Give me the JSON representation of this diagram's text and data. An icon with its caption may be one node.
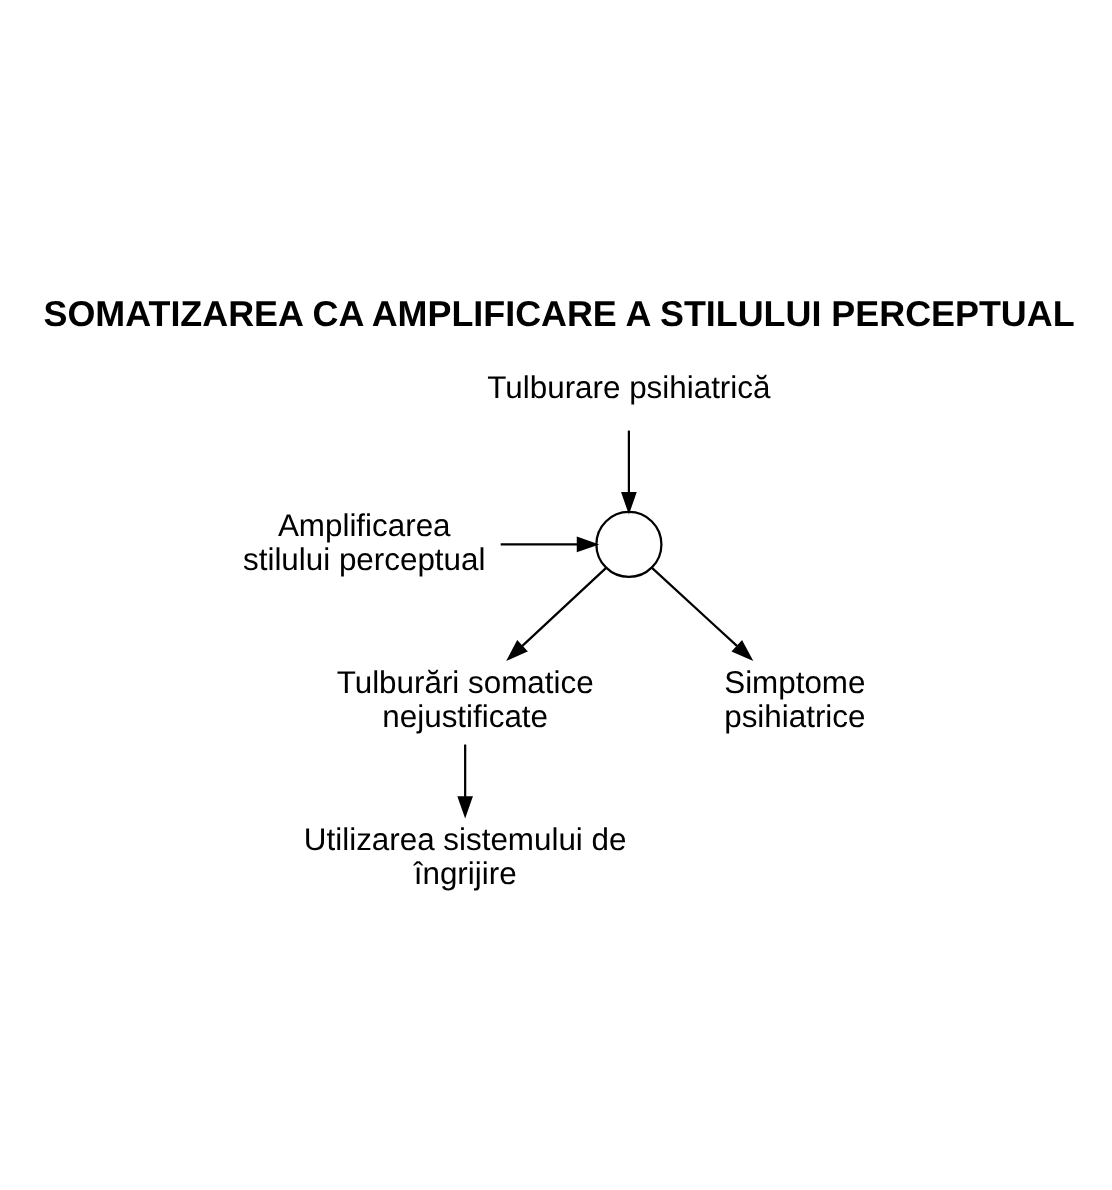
{
  "diagram": {
    "title": "SOMATIZAREA CA AMPLIFICARE A STILULUI PERCEPTUAL",
    "nodes": [
      {
        "text": [
          "Tulburare psihiatrică"
        ]
      },
      {
        "text": [],
        "shape": "circle"
      },
      {
        "text": [
          "Amplificarea stilului perceptual"
        ]
      },
      {
        "text": [
          "Tulburări somatice nejustificate"
        ]
      },
      {
        "text": [
          "Simptome psihiatrice"
        ]
      },
      {
        "text": [
          "Utilizarea sistemului de îngrijire"
        ]
      }
    ],
    "edges": [
      {
        "from": 0,
        "to": 1,
        "arrow": "to"
      },
      {
        "from": 2,
        "to": 1,
        "arrow": "to"
      },
      {
        "from": 1,
        "to": 3,
        "arrow": "to"
      },
      {
        "from": 1,
        "to": 4,
        "arrow": "to"
      },
      {
        "from": 3,
        "to": 5,
        "arrow": "to"
      }
    ]
  }
}
